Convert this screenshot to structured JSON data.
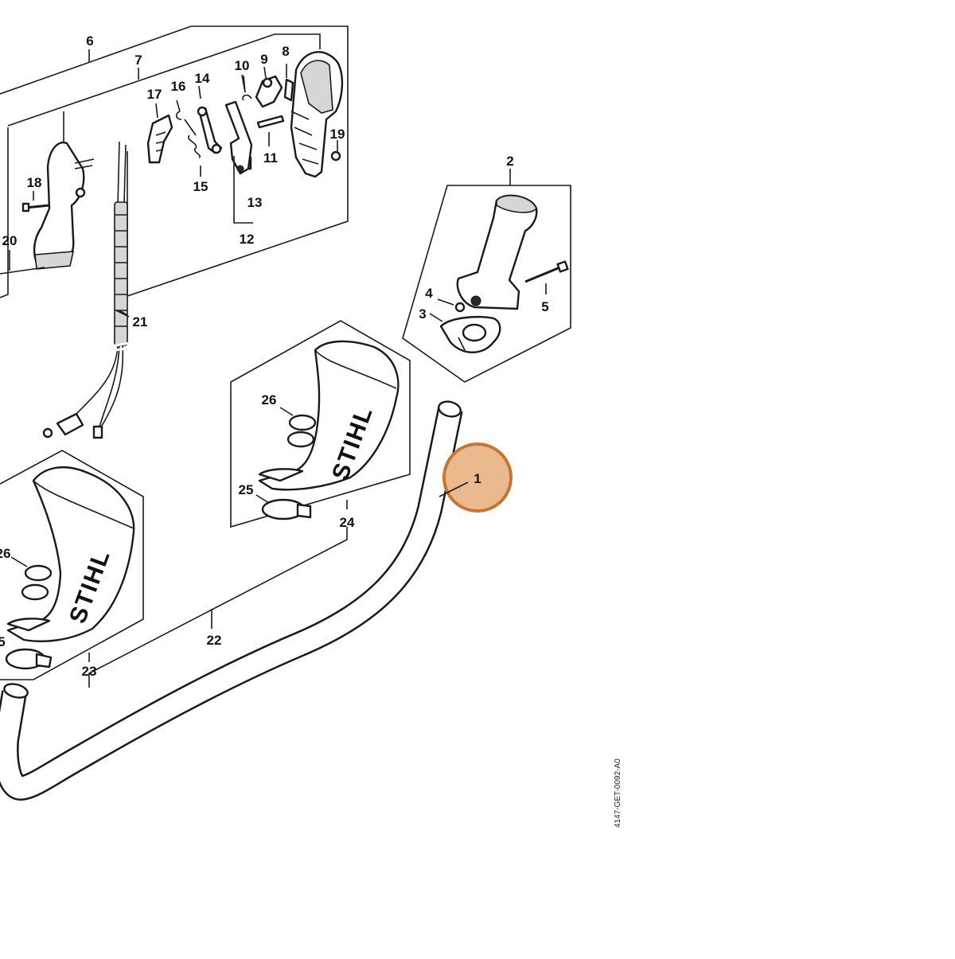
{
  "diagram": {
    "callouts": [
      {
        "id": "c1",
        "text": "1"
      },
      {
        "id": "c2",
        "text": "2"
      },
      {
        "id": "c3",
        "text": "3"
      },
      {
        "id": "c4",
        "text": "4"
      },
      {
        "id": "c5",
        "text": "5"
      },
      {
        "id": "c6",
        "text": "6"
      },
      {
        "id": "c7",
        "text": "7"
      },
      {
        "id": "c8",
        "text": "8"
      },
      {
        "id": "c9",
        "text": "9"
      },
      {
        "id": "c10",
        "text": "10"
      },
      {
        "id": "c11",
        "text": "11"
      },
      {
        "id": "c12",
        "text": "12"
      },
      {
        "id": "c13",
        "text": "13"
      },
      {
        "id": "c14",
        "text": "14"
      },
      {
        "id": "c15",
        "text": "15"
      },
      {
        "id": "c16",
        "text": "16"
      },
      {
        "id": "c17",
        "text": "17"
      },
      {
        "id": "c18",
        "text": "18"
      },
      {
        "id": "c19",
        "text": "19"
      },
      {
        "id": "c20",
        "text": "20"
      },
      {
        "id": "c21",
        "text": "21"
      },
      {
        "id": "c22",
        "text": "22"
      },
      {
        "id": "c23",
        "text": "23"
      },
      {
        "id": "c24",
        "text": "24"
      },
      {
        "id": "c25a",
        "text": "25"
      },
      {
        "id": "c25b",
        "text": "5"
      },
      {
        "id": "c26a",
        "text": "26"
      },
      {
        "id": "c26b",
        "text": "26"
      }
    ],
    "logo_text": "STIHL",
    "reference_code": "4147-GET-0092-A0",
    "highlight": {
      "callout": "1",
      "color": "#c87533",
      "fill": "#eab98e"
    }
  }
}
